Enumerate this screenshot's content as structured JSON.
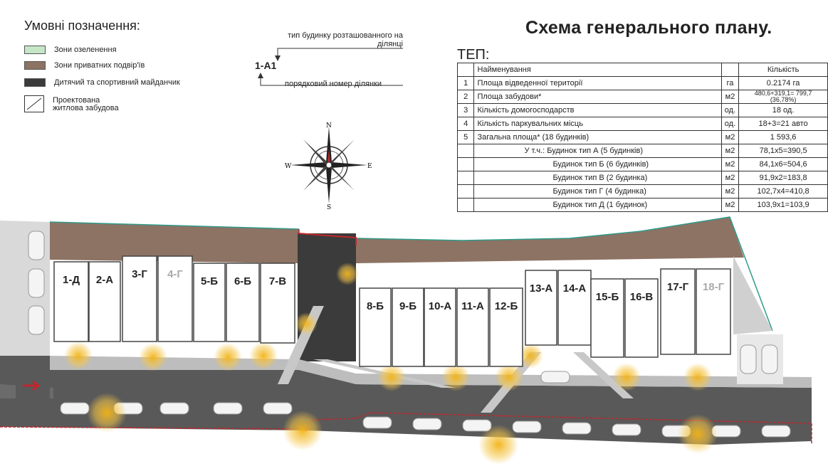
{
  "legend": {
    "title": "Умовні позначення:",
    "items": [
      {
        "label": "Зони озеленення",
        "color": "#c6e6c8"
      },
      {
        "label": "Зони приватних подвір'їв",
        "color": "#8d7364"
      },
      {
        "label": "Дитячий та спортивний майданчик",
        "color": "#3b3b3b"
      },
      {
        "label": "Проектована житлова забудова",
        "color": "#ffffff"
      }
    ]
  },
  "plot_key": {
    "code": "1-А1",
    "top_label": "тип будинку розташованного на ділянці",
    "bottom_label": "порядковий номер ділянки"
  },
  "title": "Схема генерального плану.",
  "tep": {
    "title": "ТЕП:",
    "header": {
      "name": "Найменування",
      "value": "Кількість"
    },
    "rows": [
      {
        "num": "1",
        "name": "Площа відведенної території",
        "unit": "га",
        "value": "0.2174 га"
      },
      {
        "num": "2",
        "name": "Площа забудови*",
        "unit": "м2",
        "value": "480,6+319,1= 799,7 (36,78%)"
      },
      {
        "num": "3",
        "name": "Кількість домогосподарств",
        "unit": "од.",
        "value": "18 од."
      },
      {
        "num": "4",
        "name": "Кількість паркувальних місць",
        "unit": "од.",
        "value": "18+3=21 авто"
      },
      {
        "num": "5",
        "name": "Загальна площа* (18 будинків)",
        "unit": "м2",
        "value": "1 593,6"
      },
      {
        "num": "",
        "name": "У т.ч.: Будинок тип А (5 будинків)",
        "unit": "м2",
        "value": "78,1х5=390,5"
      },
      {
        "num": "",
        "name": "Будинок тип Б (6 будинків)",
        "unit": "м2",
        "value": "84,1х6=504,6"
      },
      {
        "num": "",
        "name": "Будинок тип В (2 будинка)",
        "unit": "м2",
        "value": "91,9х2=183,8"
      },
      {
        "num": "",
        "name": "Будинок тип Г (4 будинка)",
        "unit": "м2",
        "value": "102,7х4=410,8"
      },
      {
        "num": "",
        "name": "Будинок тип Д (1 будинок)",
        "unit": "м2",
        "value": "103,9х1=103,9"
      }
    ]
  },
  "compass": {
    "n": "N",
    "s": "S",
    "e": "E",
    "w": "W"
  },
  "houses": [
    "1-Д",
    "2-А",
    "3-Г",
    "4-Г",
    "5-Б",
    "6-Б",
    "7-В",
    "8-Б",
    "9-Б",
    "10-А",
    "11-А",
    "12-Б",
    "13-А",
    "14-А",
    "15-Б",
    "16-В",
    "17-Г",
    "18-Г"
  ],
  "colors": {
    "yard": "#8d7364",
    "road": "#5a5a5a",
    "sidewalk": "#bdbdbd",
    "light": "#f2b316",
    "boundary": "#c0272d",
    "greenery": "#2f9a8a"
  }
}
